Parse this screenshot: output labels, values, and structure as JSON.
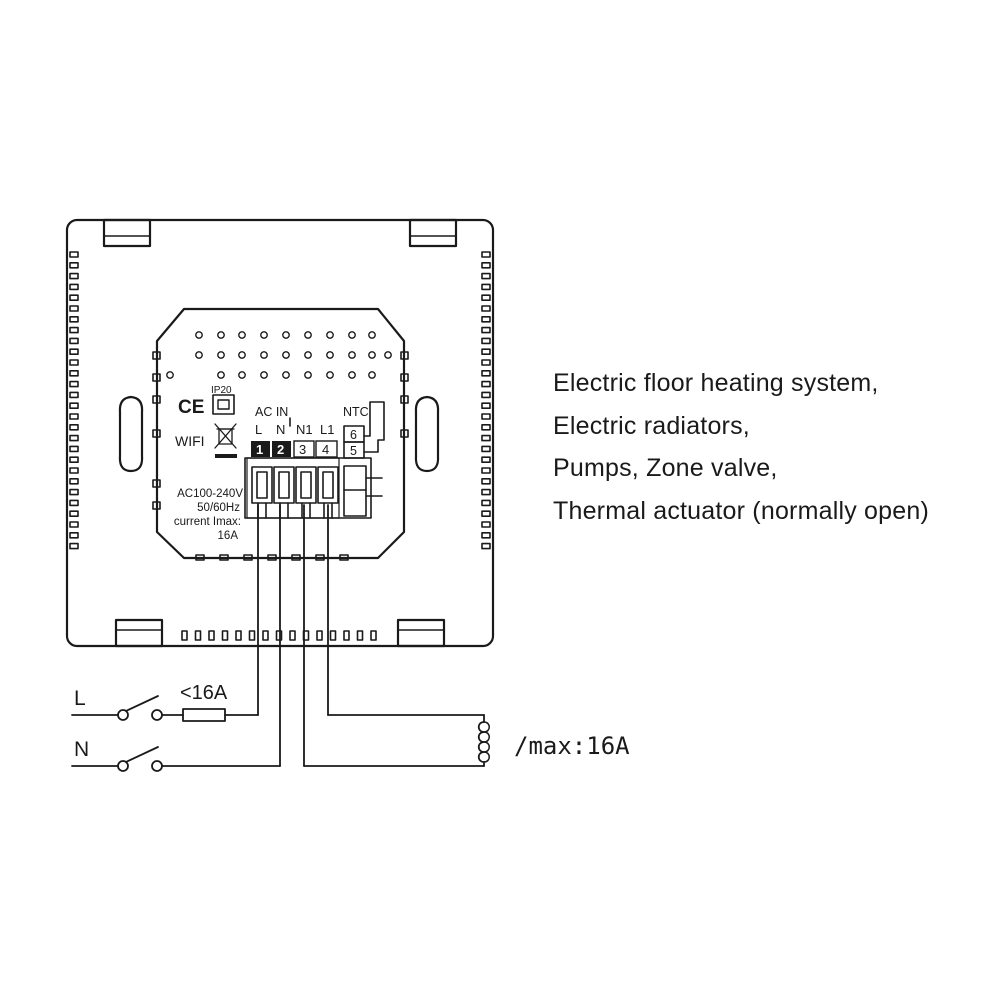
{
  "device": {
    "ce_mark": "CE",
    "ip_rating": "IP20",
    "wifi_label": "WIFI",
    "ac_in_label": "AC IN",
    "ntc_label": "NTC",
    "rating": [
      "AC100-240V",
      "50/60Hz",
      "current Imax:",
      "16A"
    ],
    "terminals": [
      {
        "label": "L",
        "number": "1",
        "filled": true
      },
      {
        "label": "N",
        "number": "2",
        "filled": true
      },
      {
        "label": "N1",
        "number": "3",
        "filled": false
      },
      {
        "label": "L1",
        "number": "4",
        "filled": false
      }
    ],
    "ntc_terminals": [
      "6",
      "5"
    ]
  },
  "wiring": {
    "line_label": "L",
    "neutral_label": "N",
    "fuse_label": "<16A",
    "load_label": "/max:16A"
  },
  "loads": [
    "Electric floor heating system,",
    "Electric radiators,",
    "Pumps, Zone valve,",
    "Thermal actuator (normally open)"
  ]
}
